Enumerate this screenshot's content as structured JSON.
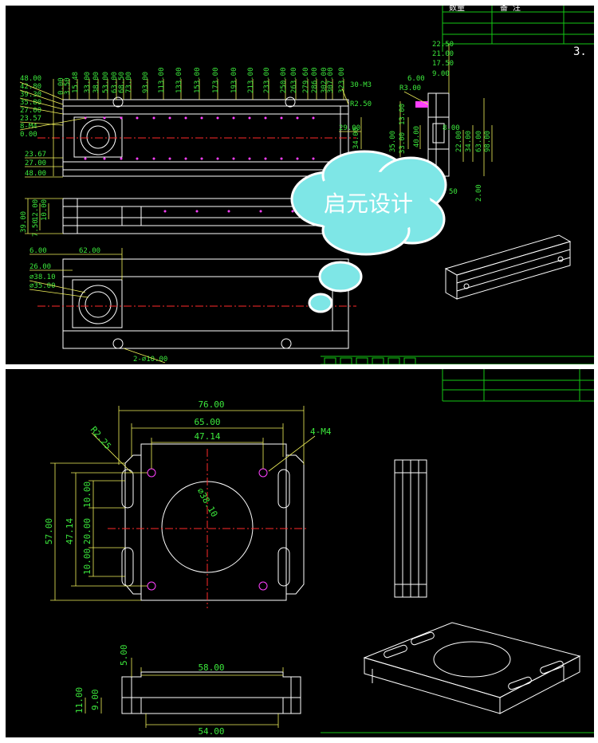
{
  "watermark": {
    "text": "启元设计"
  },
  "title_block": {
    "frag1": "数量",
    "frag2": "备 注",
    "frag3": "3."
  },
  "colors": {
    "bg": "#000000",
    "geometry": "#ffffff",
    "dim": "#f2f25a",
    "dimtext": "#3ce83c",
    "center": "#ff2a2a",
    "hole": "#ff40ff",
    "frame": "#14c814",
    "cloud": "#7ee6e6"
  },
  "top": {
    "left_stack": [
      "48.00",
      "42.80",
      "39.30",
      "35.80",
      "27.00",
      "23.57",
      "8-M4",
      "0.00"
    ],
    "top_row": [
      "0.00",
      "3.50",
      "15.48",
      "33.00",
      "38.00",
      "53.00",
      "63.00",
      "68.50",
      "73.00",
      "93.00",
      "113.00",
      "133.00",
      "153.00",
      "173.00",
      "193.00",
      "213.00",
      "233.00",
      "250.00",
      "263.00",
      "279.60",
      "286.00",
      "302.00",
      "307.00",
      "323.00"
    ],
    "right_labels": [
      "30-M3",
      "R2.50",
      "29.00",
      "34.00"
    ],
    "lower_left": [
      "23.67",
      "27.00",
      "48.00"
    ],
    "side": [
      "39.00",
      "12.00",
      "10.00",
      "7.50"
    ],
    "bottom_view": [
      "6.00",
      "62.00",
      "26.00",
      "⌀38.10",
      "⌀35.00",
      "2-⌀10.00"
    ],
    "section": [
      "22.50",
      "21.00",
      "17.50",
      "9.00",
      "6.00",
      "R3.00",
      "13.00",
      "35.00",
      "33.00",
      "40.00",
      "8.00",
      "22.00",
      "34.00",
      "63.00",
      "98.00",
      "2.00",
      "50"
    ]
  },
  "bottom": {
    "dims": [
      "76.00",
      "65.00",
      "47.14",
      "R2.25",
      "4-M4",
      "57.00",
      "47.14",
      "10.00",
      "20.00",
      "10.00",
      "⌀38.10",
      "58.00",
      "5.00",
      "11.00",
      "9.00",
      "54.00"
    ]
  }
}
